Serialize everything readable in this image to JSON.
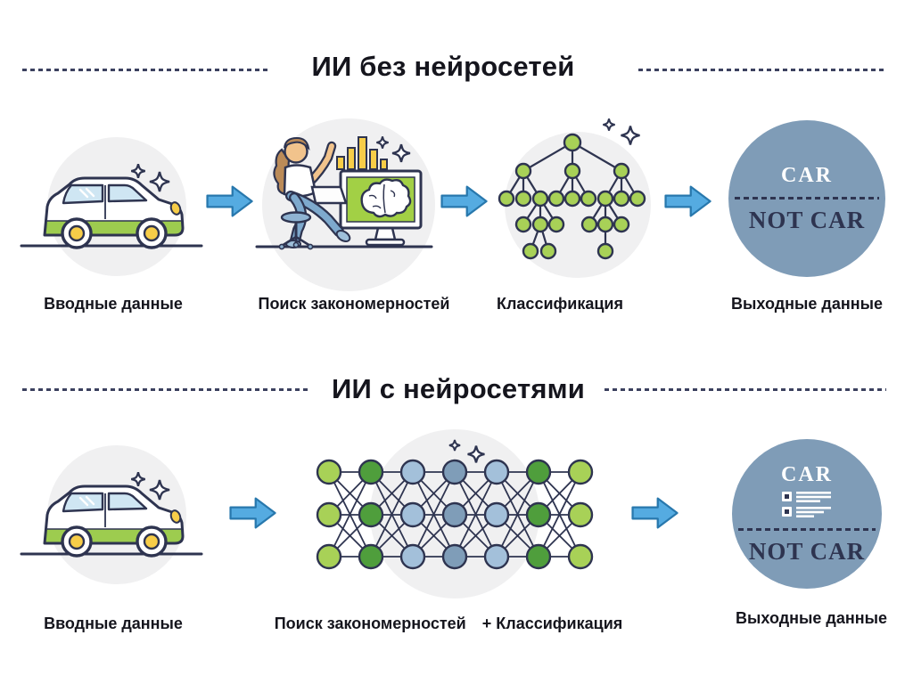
{
  "section_without": {
    "title": "ИИ без нейросетей",
    "steps": [
      {
        "label": "Вводные данные",
        "icon": "car-illustration"
      },
      {
        "label": "Поиск закономерностей",
        "icon": "analyst-computer-illustration"
      },
      {
        "label": "Классификация",
        "icon": "decision-tree-illustration"
      },
      {
        "label": "Выходные данные",
        "icon": "output-circle",
        "output_top": "CAR",
        "output_bottom": "NOT CAR"
      }
    ]
  },
  "section_with": {
    "title": "ИИ с нейросетями",
    "steps": [
      {
        "label": "Вводные данные",
        "icon": "car-illustration"
      },
      {
        "label": "Поиск закономерностей",
        "label_plus": "+ Классификация",
        "icon": "neural-network-illustration"
      },
      {
        "label": "Выходные данные",
        "icon": "output-circle",
        "output_top": "CAR",
        "output_bottom": "NOT CAR"
      }
    ]
  },
  "neural_network": {
    "layers": 7,
    "nodes_per_layer": 3,
    "column_colors": [
      "#a8d157",
      "#4f9e3c",
      "#a3c0da",
      "#7f9db8",
      "#a3c0da",
      "#4f9e3c",
      "#a8d157"
    ]
  },
  "palette": {
    "outline_navy": "#2e3450",
    "dash_navy": "#3c415f",
    "text_dark": "#15151d",
    "arrow_blue": "#55abe1",
    "arrow_border": "#2878ad",
    "node_green_light": "#a8d157",
    "node_green_dark": "#4f9e3c",
    "node_blue_light": "#a3c0da",
    "node_blue_mid": "#7f9db8",
    "background_circle_gray": "#f0f0f1",
    "output_circle_blue": "#7f9cb7",
    "accent_yellow": "#f7cd48",
    "car_green": "#9dcc4f",
    "screen_green": "#a2d045"
  },
  "icons": {
    "arrow": "right-block-arrow",
    "sparkle": "four-point-star",
    "checklist": "checkbox-list"
  }
}
